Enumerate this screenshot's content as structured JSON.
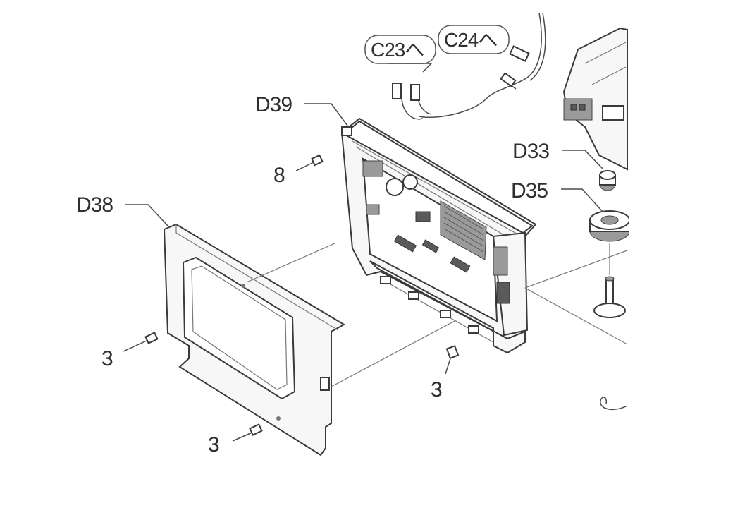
{
  "callouts": {
    "d39": "D39",
    "d38": "D38",
    "d33": "D33",
    "d35": "D35",
    "c23": "C23へ",
    "c24": "C24へ",
    "screw_8": "8",
    "screw_3_left": "3",
    "screw_3_bottom": "3",
    "screw_3_right": "3"
  }
}
